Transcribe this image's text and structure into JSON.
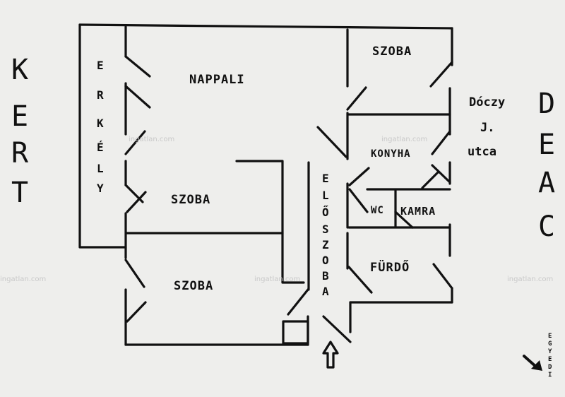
{
  "outside": {
    "left": "KERT",
    "right": "DEAC",
    "street": [
      "Dóczy",
      "J.",
      "utca"
    ]
  },
  "rooms": {
    "nappali": "NAPPALI",
    "erkely": "ERKÉLY",
    "szoba_top_right": "SZOBA",
    "konyha": "KONYHA",
    "szoba_mid": "SZOBA",
    "szoba_bottom": "SZOBA",
    "eloszoba": "ELŐSZOBA",
    "wc": "WC",
    "kamra": "KAMRA",
    "furdo": "FÜRDŐ"
  },
  "entrance_note": "EGYEDI",
  "watermark": "ingatlan.com",
  "colors": {
    "ink": "#111111",
    "paper": "#eeeeec",
    "watermark": "#c9c9c9"
  }
}
